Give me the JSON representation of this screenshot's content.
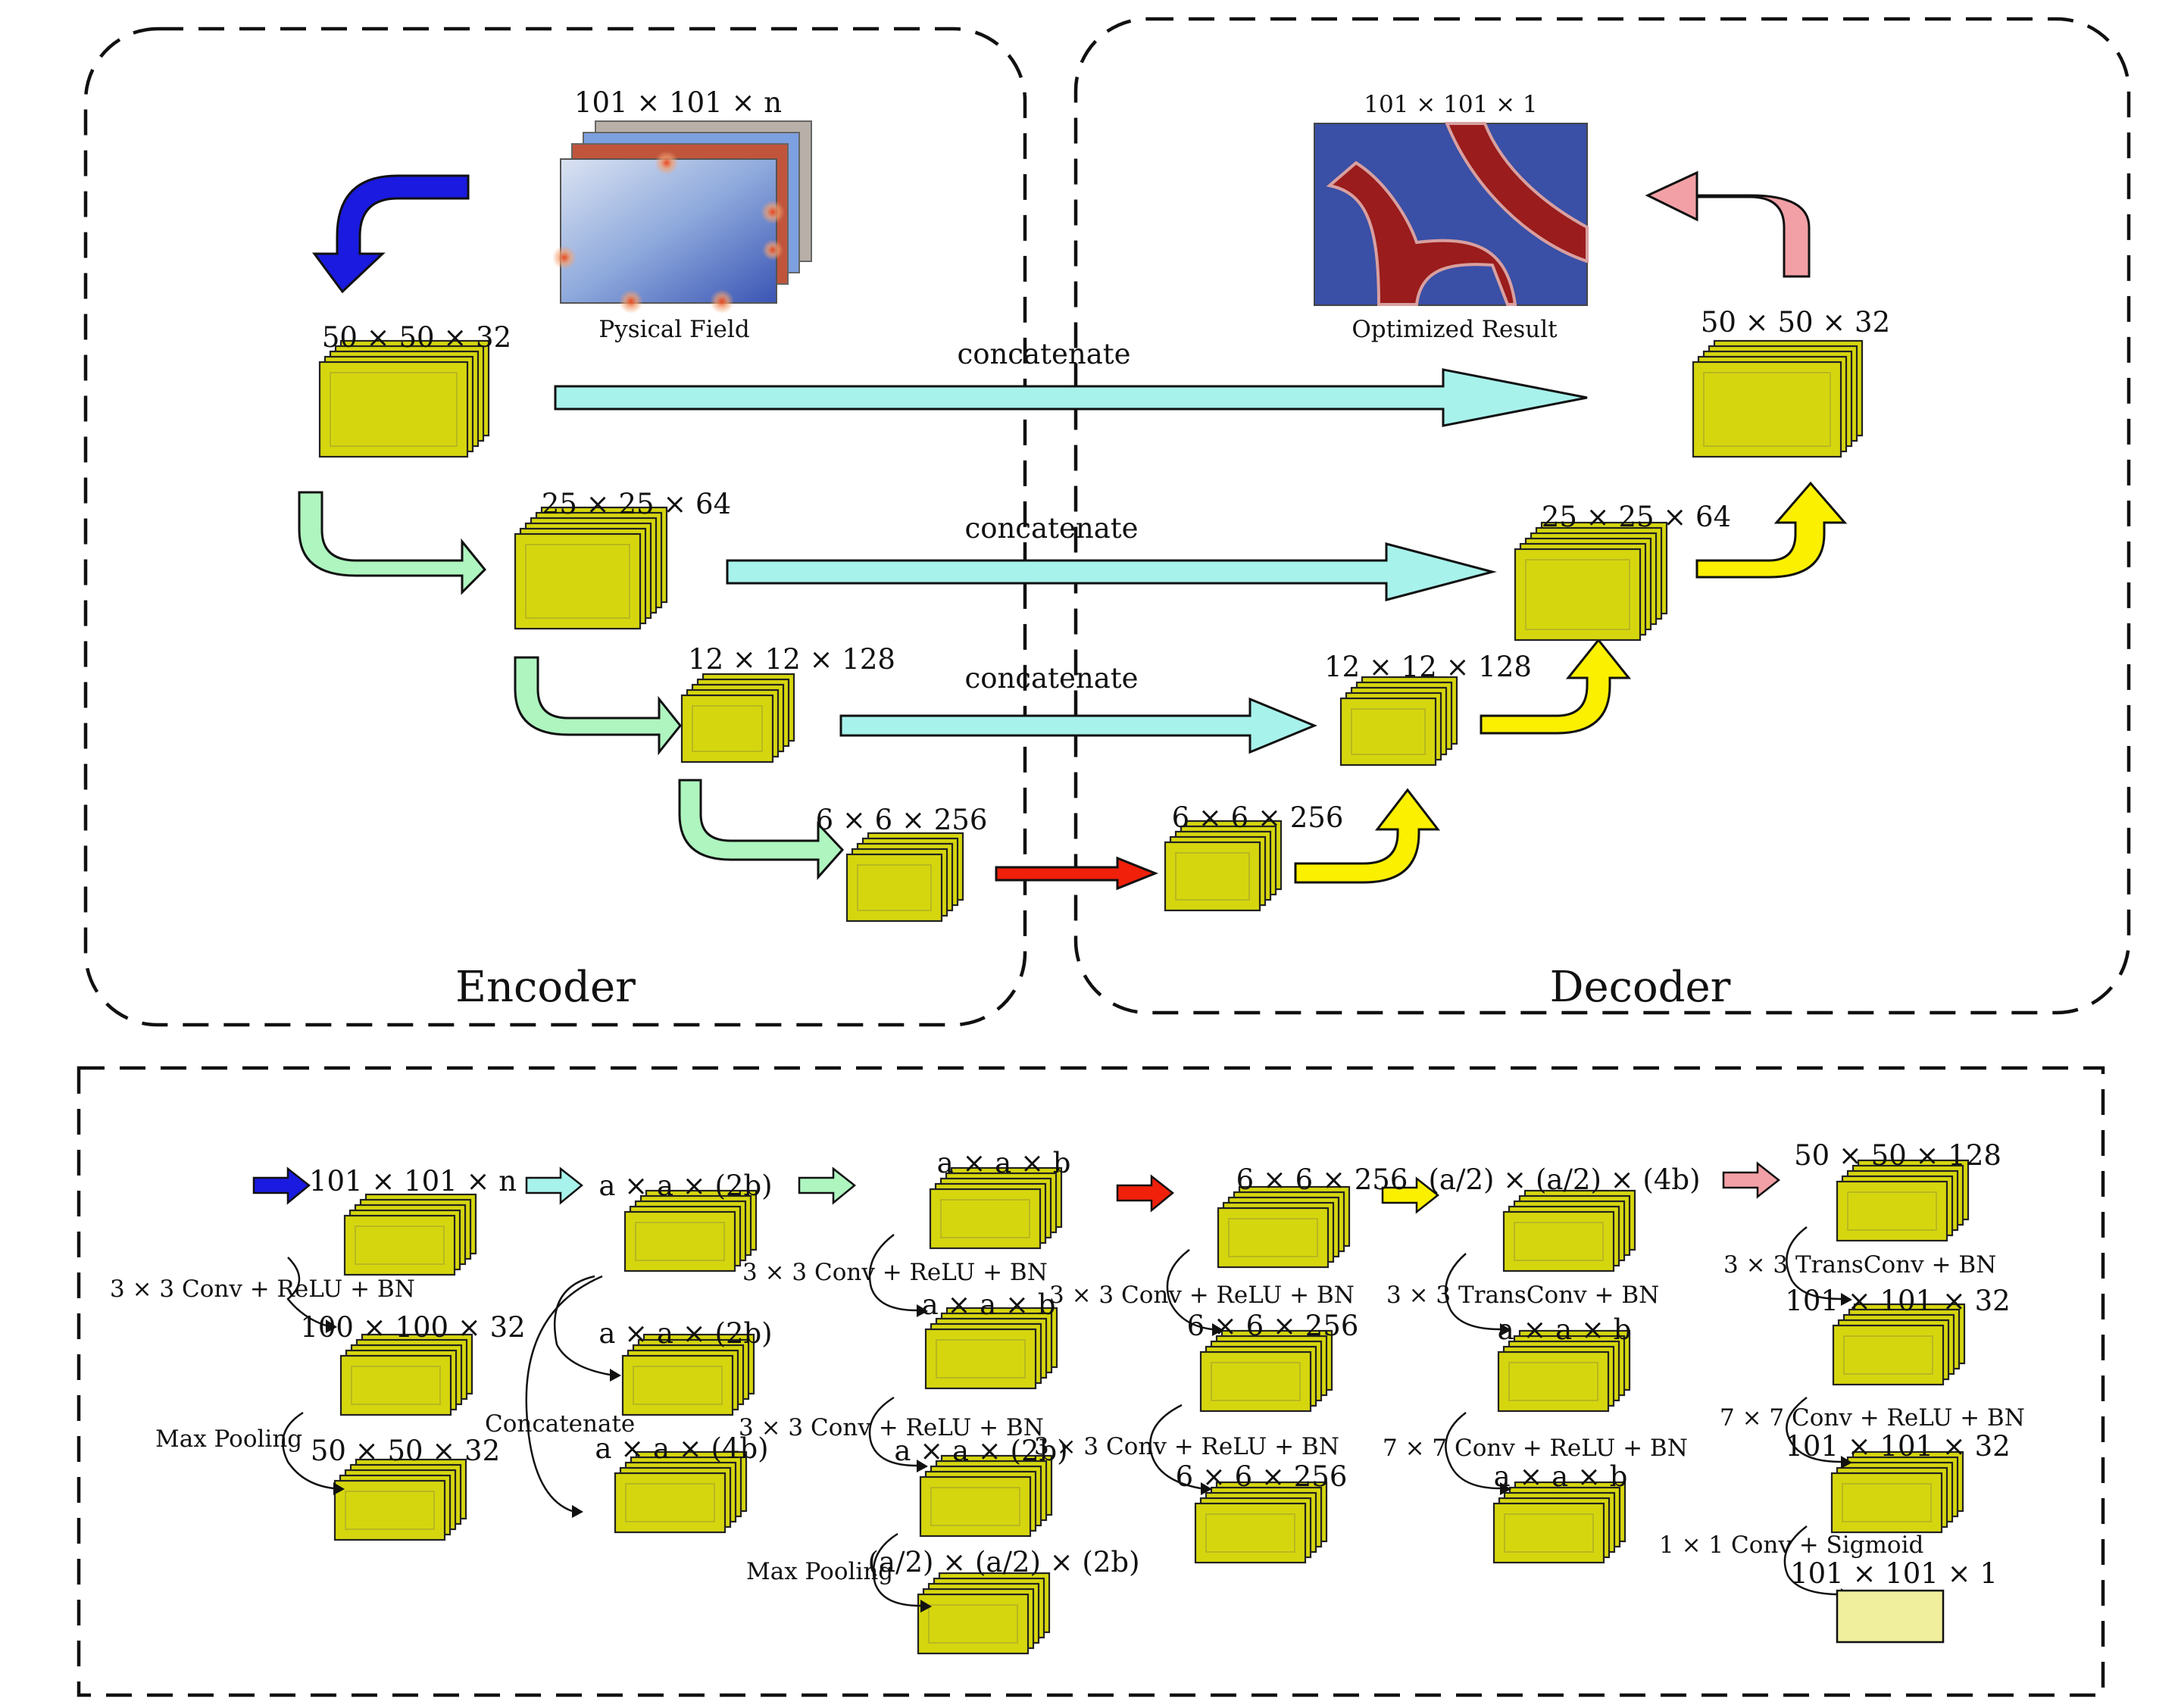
{
  "colors": {
    "feature_map": "#d6d60f",
    "feature_map_light": "#efef9d",
    "input_pool_arrow": "#1a1ae0",
    "skip_arrow": "#a8f2ec",
    "down_arrow": "#aef5c0",
    "bottleneck_arrow": "#f0200a",
    "up_arrow": "#fbf000",
    "output_arrow": "#f2a0a6",
    "field_bg": "#3a4fa6",
    "result_red": "#9a1c1c"
  },
  "encoder": {
    "title": "Encoder",
    "input_dims": "101 × 101 × n",
    "input_caption": "Pysical Field",
    "levels": [
      "50 × 50 × 32",
      "25 × 25 × 64",
      "12 × 12 × 128",
      "6 × 6 × 256"
    ]
  },
  "decoder": {
    "title": "Decoder",
    "output_dims": "101 × 101 × 1",
    "output_caption": "Optimized Result",
    "levels": [
      "6 × 6 × 256",
      "12 × 12 × 128",
      "25 × 25 × 64",
      "50 × 50 × 32"
    ]
  },
  "skip_labels": [
    "concatenate",
    "concatenate",
    "concatenate"
  ],
  "legend": {
    "blue": {
      "dims": [
        "101 × 101 × n",
        "100 × 100 × 32",
        "50 × 50 × 32"
      ],
      "ops": [
        "3 × 3 Conv + ReLU + BN",
        "Max Pooling"
      ]
    },
    "cyan": {
      "dims": [
        "a × a × (2b)",
        "a × a × (2b)",
        "a × a × (4b)"
      ],
      "ops": [
        "Concatenate"
      ]
    },
    "green": {
      "dims": [
        "a × a × b",
        "a × a × b",
        "a × a × (2b)",
        "(a/2) × (a/2) × (2b)"
      ],
      "ops": [
        "3 × 3 Conv + ReLU + BN",
        "3 × 3 Conv + ReLU + BN",
        "Max Pooling"
      ]
    },
    "red": {
      "dims": [
        "6 × 6 × 256",
        "6 × 6 × 256",
        "6 × 6 × 256"
      ],
      "ops": [
        "3 × 3 Conv + ReLU + BN",
        "3 × 3 Conv + ReLU + BN"
      ]
    },
    "yellow": {
      "dims": [
        "(a/2) × (a/2) × (4b)",
        "a × a × b",
        "a × a × b"
      ],
      "ops": [
        "3 × 3 TransConv + BN",
        "7 × 7 Conv + ReLU + BN"
      ]
    },
    "pink": {
      "dims": [
        "50 × 50 × 128",
        "101 × 101 × 32",
        "101 × 101 × 32",
        "101 × 101 × 1"
      ],
      "ops": [
        "3 × 3 TransConv + BN",
        "7 × 7 Conv + ReLU + BN",
        "1 × 1 Conv + Sigmoid"
      ]
    }
  }
}
